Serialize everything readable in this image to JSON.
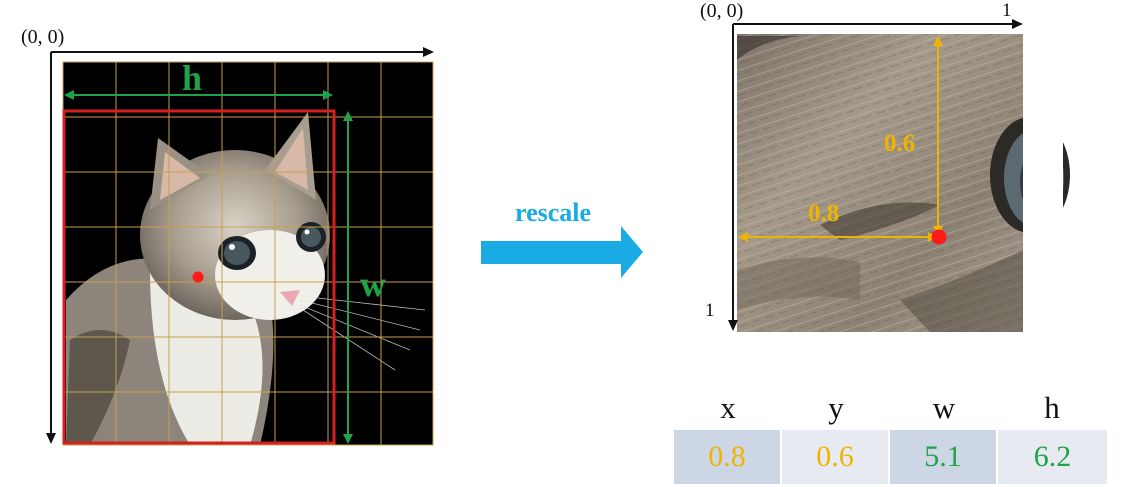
{
  "colors": {
    "green": "#1fa34a",
    "orange": "#f0b400",
    "blue": "#1aabe5",
    "red_box": "#d42020",
    "grid": "#c8a050",
    "point": "#ff1a1a",
    "cell_dark": "#cdd6e4",
    "cell_light": "#e7ebf1"
  },
  "left_panel": {
    "origin_label": "(0, 0)",
    "h_label": "h",
    "w_label": "w",
    "image_icon": "cat-photo"
  },
  "arrow": {
    "label": "rescale"
  },
  "right_panel": {
    "origin_label": "(0, 0)",
    "x_end_label": "1",
    "y_end_label": "1",
    "x_offset_label": "0.8",
    "y_offset_label": "0.6",
    "image_icon": "cat-fur-closeup"
  },
  "table": {
    "headers": [
      "x",
      "y",
      "w",
      "h"
    ],
    "values": [
      "0.8",
      "0.6",
      "5.1",
      "6.2"
    ],
    "value_colors": [
      "#f0b400",
      "#f0b400",
      "#1fa34a",
      "#1fa34a"
    ]
  }
}
